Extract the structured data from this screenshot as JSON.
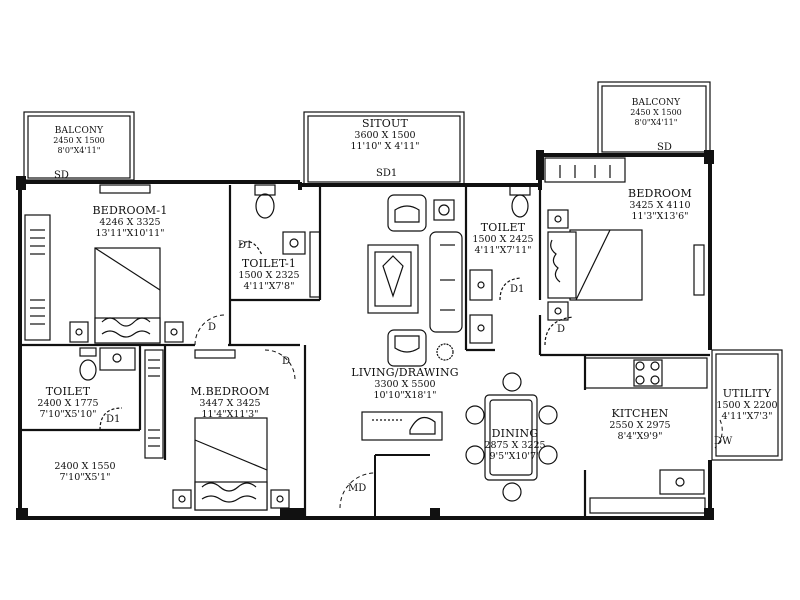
{
  "rooms": {
    "balcony_left": {
      "name": "BALCONY",
      "dim_mm": "2450 X 1500",
      "dim_ft": "8'0\"X4'11\""
    },
    "sitout": {
      "name": "SITOUT",
      "dim_mm": "3600 X 1500",
      "dim_ft": "11'10\" X 4'11\""
    },
    "balcony_right": {
      "name": "BALCONY",
      "dim_mm": "2450 X 1500",
      "dim_ft": "8'0\"X4'11\""
    },
    "bedroom_1": {
      "name": "BEDROOM-1",
      "dim_mm": "4246 X 3325",
      "dim_ft": "13'11\"X10'11\""
    },
    "toilet_1": {
      "name": "TOILET-1",
      "dim_mm": "1500 X 2325",
      "dim_ft": "4'11\"X7'8\""
    },
    "toilet_mid": {
      "name": "TOILET",
      "dim_mm": "1500 X 2425",
      "dim_ft": "4'11\"X7'11\""
    },
    "bedroom": {
      "name": "BEDROOM",
      "dim_mm": "3425 X 4110",
      "dim_ft": "11'3\"X13'6\""
    },
    "toilet_left": {
      "name": "TOILET",
      "dim_mm": "2400 X 1775",
      "dim_ft": "7'10\"X5'10\""
    },
    "m_bedroom": {
      "name": "M.BEDROOM",
      "dim_mm": "3447 X 3425",
      "dim_ft": "11'4\"X11'3\""
    },
    "living": {
      "name": "LIVING/DRAWING",
      "dim_mm": "3300 X 5500",
      "dim_ft": "10'10\"X18'1\""
    },
    "dining": {
      "name": "DINING",
      "dim_mm": "2875 X 3225",
      "dim_ft": "9'5\"X10'7\""
    },
    "kitchen": {
      "name": "KITCHEN",
      "dim_mm": "2550 X 2975",
      "dim_ft": "8'4\"X9'9\""
    },
    "utility": {
      "name": "UTILITY",
      "dim_mm": "1500 X 2200",
      "dim_ft": "4'11\"X7'3\""
    },
    "dress": {
      "name": "",
      "dim_mm": "2400 X 1550",
      "dim_ft": "7'10\"X5'1\""
    }
  },
  "door_tags": {
    "sd_left": "SD",
    "sd1": "SD1",
    "sd_right": "SD",
    "d1_toilet1": "D1",
    "d_bed1": "D",
    "d_mbed": "D",
    "d1_toilet_left": "D1",
    "d1_toilet_mid": "D1",
    "d_bedroom": "D",
    "md": "MD",
    "dw": "DW"
  }
}
